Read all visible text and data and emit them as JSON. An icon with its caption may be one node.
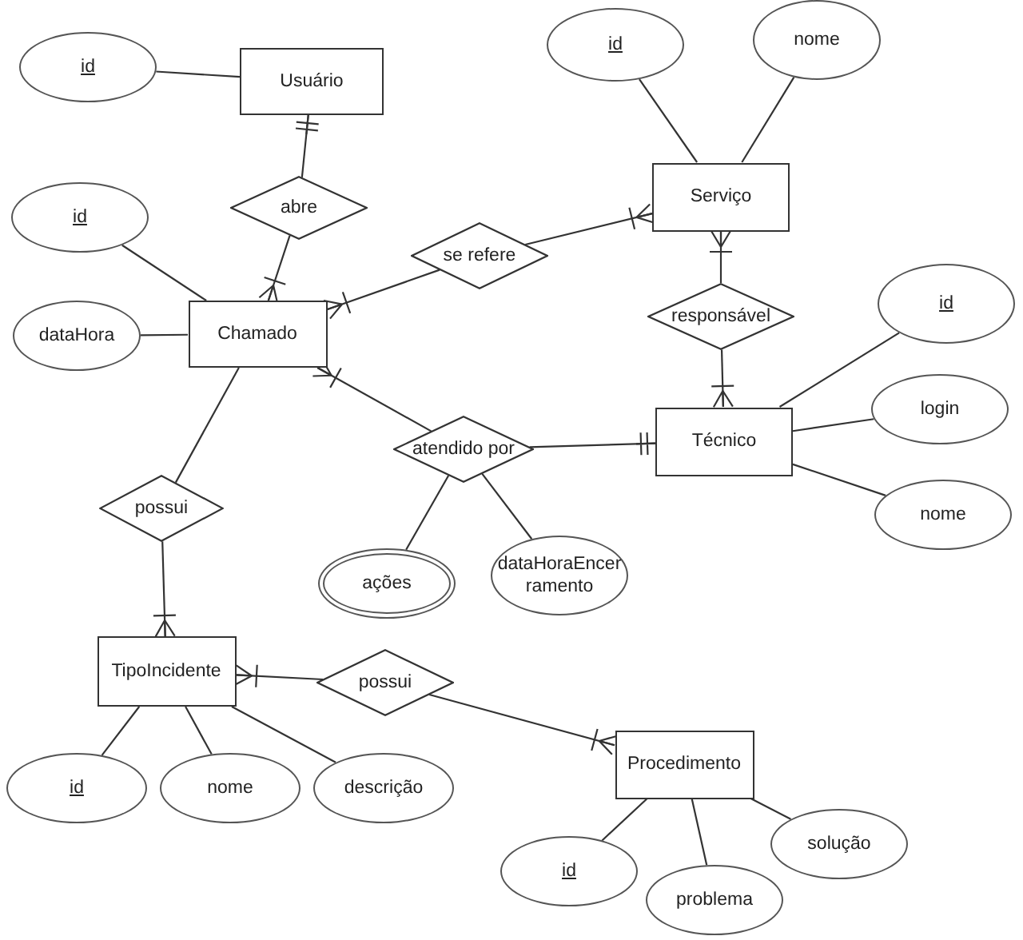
{
  "diagram": {
    "nodes": [
      {
        "text": [
          "id"
        ]
      },
      {
        "text": [
          "Usuário"
        ]
      },
      {
        "text": [
          "id"
        ]
      },
      {
        "text": [
          "nome"
        ]
      },
      {
        "text": [
          "Serviço"
        ]
      },
      {
        "text": [
          "abre"
        ]
      },
      {
        "text": [
          "id"
        ]
      },
      {
        "text": [
          "se refere"
        ]
      },
      {
        "text": [
          "responsável"
        ]
      },
      {
        "text": [
          "Chamado"
        ]
      },
      {
        "text": [
          "dataHora"
        ]
      },
      {
        "text": [
          "id"
        ]
      },
      {
        "text": [
          "login"
        ]
      },
      {
        "text": [
          "Técnico"
        ]
      },
      {
        "text": [
          "atendido por"
        ]
      },
      {
        "text": [
          "possui"
        ]
      },
      {
        "text": [
          "nome"
        ]
      },
      {
        "text": [
          "ações"
        ]
      },
      {
        "text": [
          "dataHoraEncerramento"
        ]
      },
      {
        "text": [
          "TipoIncidente"
        ]
      },
      {
        "text": [
          "possui"
        ]
      },
      {
        "text": [
          "Procedimento"
        ]
      },
      {
        "text": [
          "id"
        ]
      },
      {
        "text": [
          "nome"
        ]
      },
      {
        "text": [
          "descrição"
        ]
      },
      {
        "text": [
          "solução"
        ]
      },
      {
        "text": [
          "id"
        ]
      },
      {
        "text": [
          "problema"
        ]
      }
    ],
    "edges": [
      {
        "from": 0,
        "to": 1,
        "arrow": "none"
      },
      {
        "from": 5,
        "to": 1,
        "arrow": "other"
      },
      {
        "from": 5,
        "to": 9,
        "arrow": "other"
      },
      {
        "from": 2,
        "to": 4,
        "arrow": "none"
      },
      {
        "from": 3,
        "to": 4,
        "arrow": "none"
      },
      {
        "from": 7,
        "to": 9,
        "arrow": "other"
      },
      {
        "from": 7,
        "to": 4,
        "arrow": "other"
      },
      {
        "from": 8,
        "to": 4,
        "arrow": "other"
      },
      {
        "from": 8,
        "to": 13,
        "arrow": "other"
      },
      {
        "from": 6,
        "to": 9,
        "arrow": "none"
      },
      {
        "from": 10,
        "to": 9,
        "arrow": "none"
      },
      {
        "from": 14,
        "to": 9,
        "arrow": "other"
      },
      {
        "from": 14,
        "to": 13,
        "arrow": "other"
      },
      {
        "from": 14,
        "to": 17,
        "arrow": "none"
      },
      {
        "from": 14,
        "to": 18,
        "arrow": "none"
      },
      {
        "from": 11,
        "to": 13,
        "arrow": "none"
      },
      {
        "from": 12,
        "to": 13,
        "arrow": "none"
      },
      {
        "from": 16,
        "to": 13,
        "arrow": "none"
      },
      {
        "from": 15,
        "to": 9,
        "arrow": "none"
      },
      {
        "from": 15,
        "to": 19,
        "arrow": "other"
      },
      {
        "from": 20,
        "to": 19,
        "arrow": "other"
      },
      {
        "from": 20,
        "to": 21,
        "arrow": "other"
      },
      {
        "from": 22,
        "to": 19,
        "arrow": "none"
      },
      {
        "from": 23,
        "to": 19,
        "arrow": "none"
      },
      {
        "from": 24,
        "to": 19,
        "arrow": "none"
      },
      {
        "from": 26,
        "to": 21,
        "arrow": "none"
      },
      {
        "from": 27,
        "to": 21,
        "arrow": "none"
      },
      {
        "from": 25,
        "to": 21,
        "arrow": "none"
      }
    ]
  }
}
